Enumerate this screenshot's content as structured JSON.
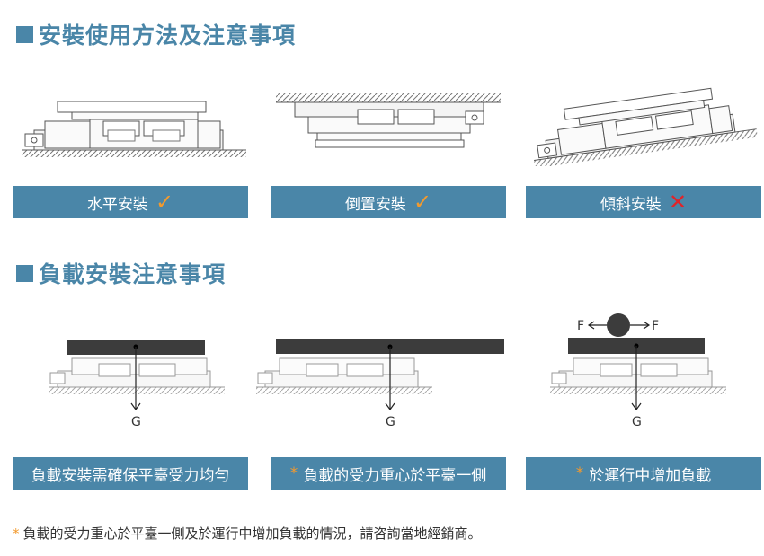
{
  "section1": {
    "title": "安裝使用方法及注意事項",
    "items": [
      {
        "label": "水平安裝",
        "status_mark": "✓",
        "status": "ok"
      },
      {
        "label": "倒置安裝",
        "status_mark": "✓",
        "status": "ok"
      },
      {
        "label": "傾斜安裝",
        "status_mark": "✕",
        "status": "ng"
      }
    ]
  },
  "section2": {
    "title": "負載安裝注意事項",
    "items": [
      {
        "label": "負載安裝需確保平臺受力均勻",
        "asterisk": ""
      },
      {
        "label": "負載的受力重心於平臺一側",
        "asterisk": "*"
      },
      {
        "label": "於運行中增加負載",
        "asterisk": "*"
      }
    ],
    "force_labels": {
      "gravity": "G",
      "force": "F"
    }
  },
  "footnote": {
    "asterisk": "*",
    "text": "負載的受力重心於平臺一側及於運行中增加負載的情況，請咨詢當地經銷商。"
  },
  "colors": {
    "accent": "#4a86a8",
    "ok": "#f29a2e",
    "ng": "#e0242a",
    "load": "#3c3c3c"
  }
}
